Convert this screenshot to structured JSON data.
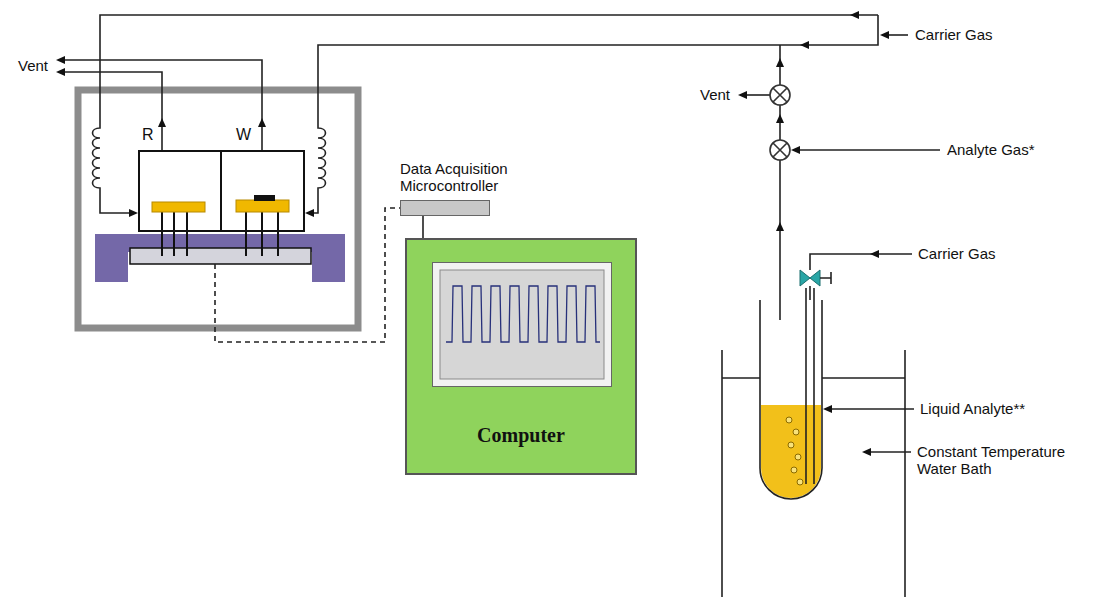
{
  "diagram": {
    "nodes": [
      {
        "text": [
          "R"
        ]
      },
      {
        "text": [
          "W"
        ]
      },
      {
        "text": [
          "Data Acquisition Microcontroller"
        ]
      },
      {
        "text": [
          "Computer"
        ]
      }
    ],
    "edges": [
      {
        "from": 2,
        "to": 3,
        "arrow": "none"
      }
    ],
    "labels": [
      "Vent",
      "Carrier Gas",
      "Vent",
      "Analyte Gas*",
      "Carrier Gas",
      "Liquid Analyte**",
      "Constant Temperature Water Bath"
    ]
  }
}
